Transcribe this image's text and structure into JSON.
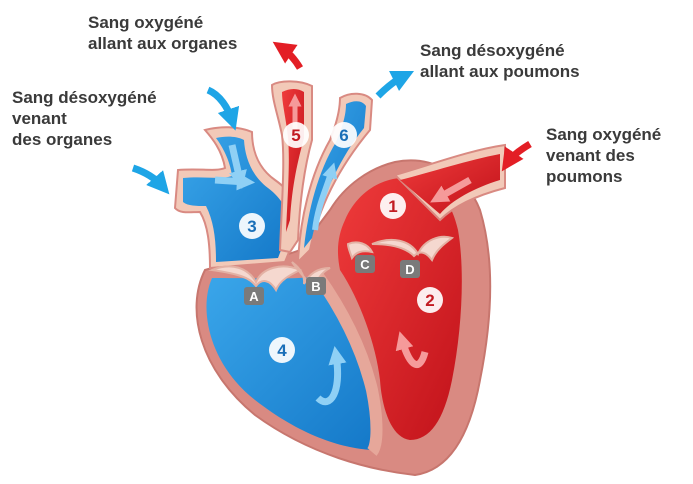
{
  "labels": {
    "oxy_to_organs": "Sang oxygéné\nallant aux organes",
    "deoxy_to_lungs": "Sang désoxygéné\nallant aux poumons",
    "deoxy_from_organs": "Sang désoxygéné\nvenant\ndes organes",
    "oxy_from_lungs": "Sang oxygéné\nvenant des\npoumons"
  },
  "chambers": [
    "1",
    "2",
    "3",
    "4",
    "5",
    "6"
  ],
  "valves": [
    "A",
    "B",
    "C",
    "D"
  ],
  "colors": {
    "deoxygenated": "#1e8fd8",
    "oxygenated": "#e3222a",
    "wall": "#d98a82",
    "valve_badge": "#7a7a7a",
    "arrow_blue": "#1ea5e6",
    "arrow_red": "#e31e25"
  }
}
